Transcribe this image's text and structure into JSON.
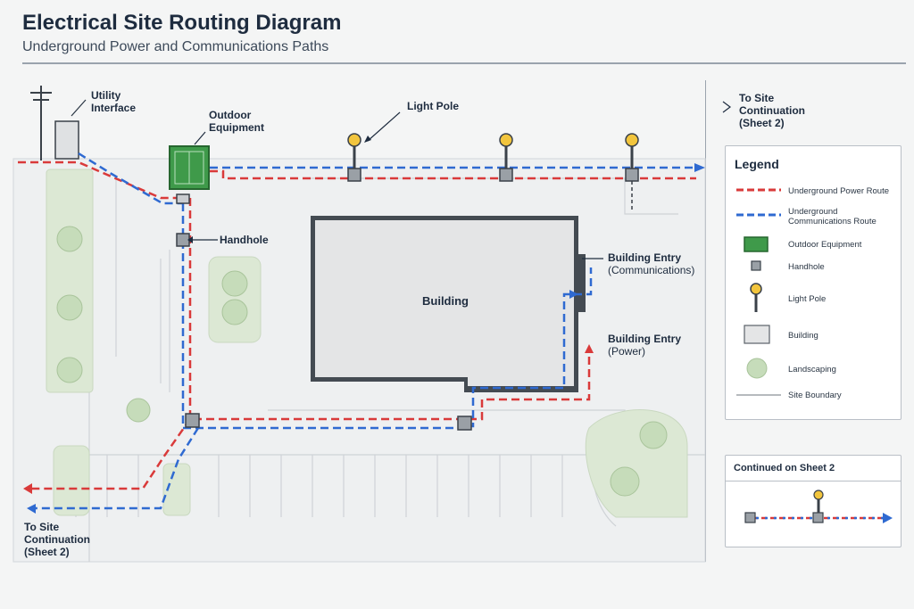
{
  "header": {
    "title": "Electrical Site Routing Diagram",
    "subtitle": "Underground Power and Communications Paths"
  },
  "labels": {
    "utility_interface": "Utility\nInterface",
    "outdoor_equipment": "Outdoor\nEquipment",
    "light_pole": "Light Pole",
    "handhole": "Handhole",
    "building": "Building",
    "entry_comms_title": "Building Entry",
    "entry_comms_sub": "(Communications)",
    "entry_power_title": "Building Entry",
    "entry_power_sub": "(Power)",
    "to_site_right": "To Site\nContinuation\n(Sheet 2)",
    "to_site_left": "To Site\nContinuation\n(Sheet 2)"
  },
  "legend": {
    "title": "Legend",
    "items": [
      {
        "label": "Underground Power Route",
        "symbol": "power-line"
      },
      {
        "label": "Underground Communications Route",
        "symbol": "comms-line"
      },
      {
        "label": "Outdoor Equipment",
        "symbol": "equipment-box"
      },
      {
        "label": "Handhole",
        "symbol": "handhole-square"
      },
      {
        "label": "Light Pole",
        "symbol": "light-pole"
      },
      {
        "label": "Building",
        "symbol": "building-rect"
      },
      {
        "label": "Landscaping",
        "symbol": "tree"
      },
      {
        "label": "Site Boundary",
        "symbol": "boundary-line"
      }
    ]
  },
  "continuation": {
    "title": "Continued on Sheet 2"
  },
  "colors": {
    "power": "#d93a3a",
    "comms": "#2f6ad1",
    "equipment": "#3f9a4a",
    "handhole": "#9aa0a6",
    "pole_lamp": "#f2c53d",
    "building_fill": "#e4e5e6",
    "landscape": "#dfe9d8"
  }
}
